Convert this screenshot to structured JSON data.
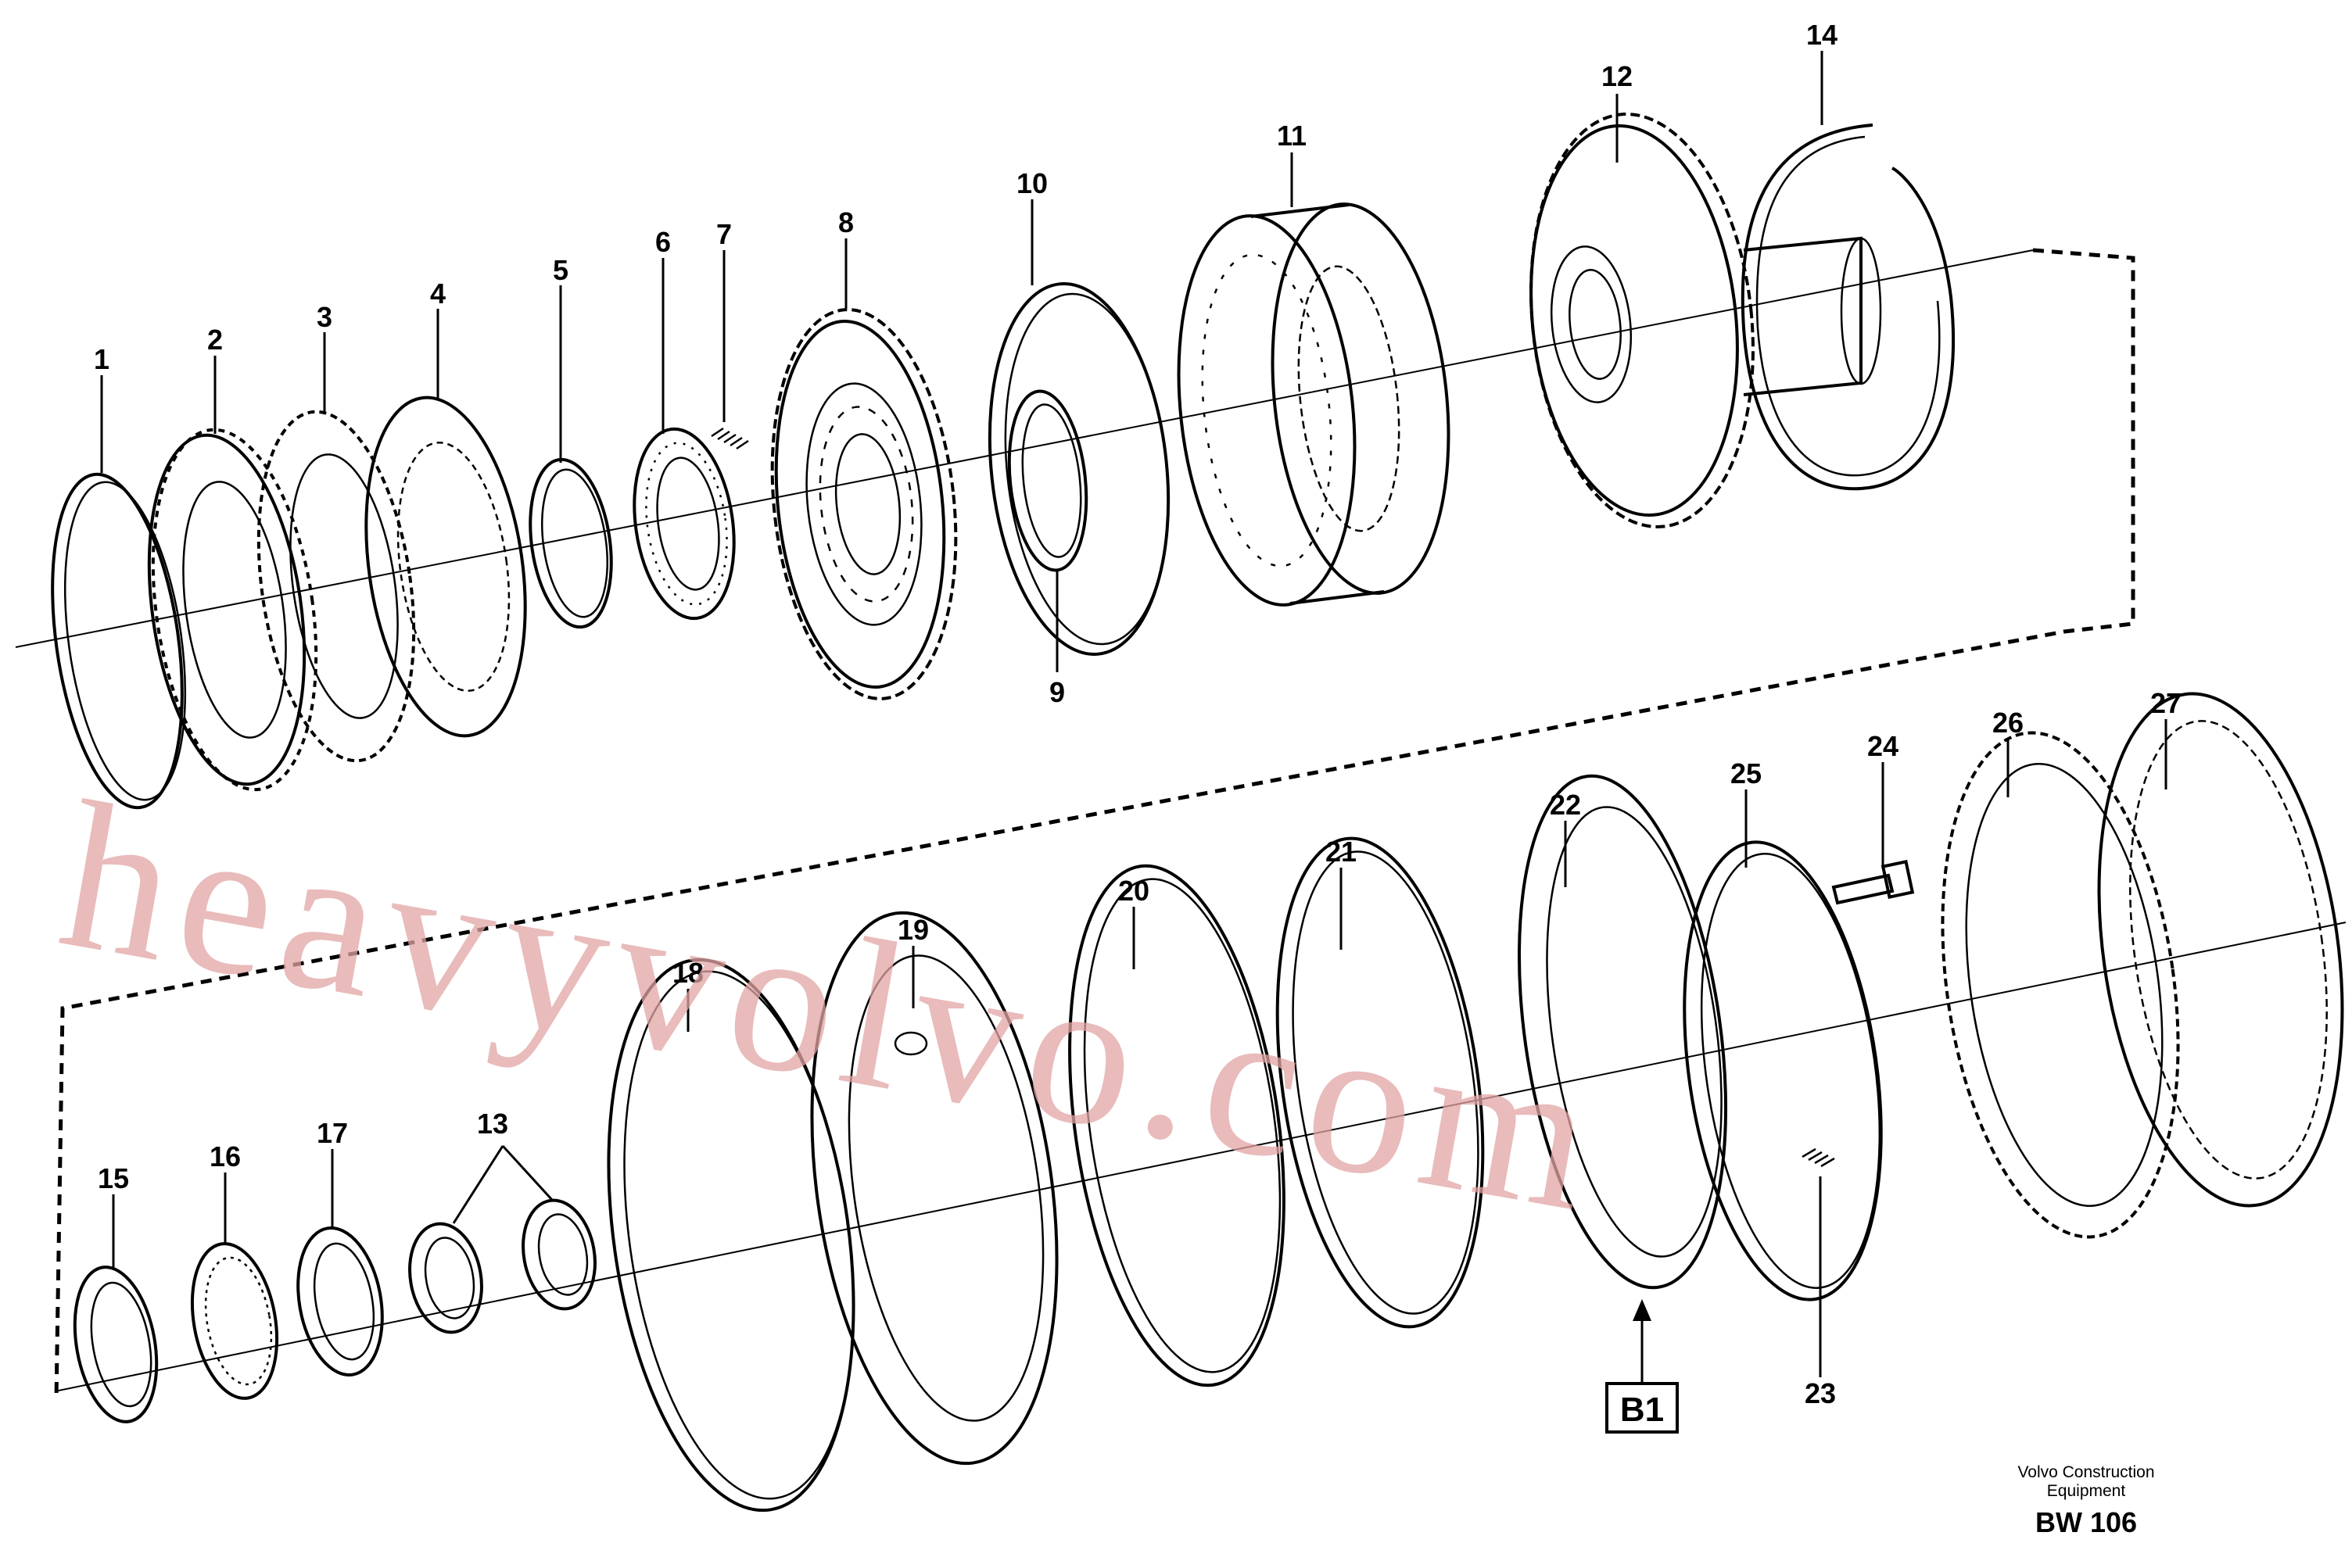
{
  "diagram": {
    "part_labels": [
      "1",
      "2",
      "3",
      "4",
      "5",
      "6",
      "7",
      "8",
      "9",
      "10",
      "11",
      "12",
      "13",
      "14",
      "15",
      "16",
      "17",
      "18",
      "19",
      "20",
      "21",
      "22",
      "23",
      "24",
      "25",
      "26",
      "27"
    ],
    "reference_box": "B1",
    "caption_line1": "Volvo Construction",
    "caption_line2": "Equipment",
    "drawing_code": "BW 106",
    "watermark": "heavyvolvo.com"
  },
  "colors": {
    "line": "#000000",
    "background": "#ffffff",
    "watermark": "#e2a4a4"
  }
}
